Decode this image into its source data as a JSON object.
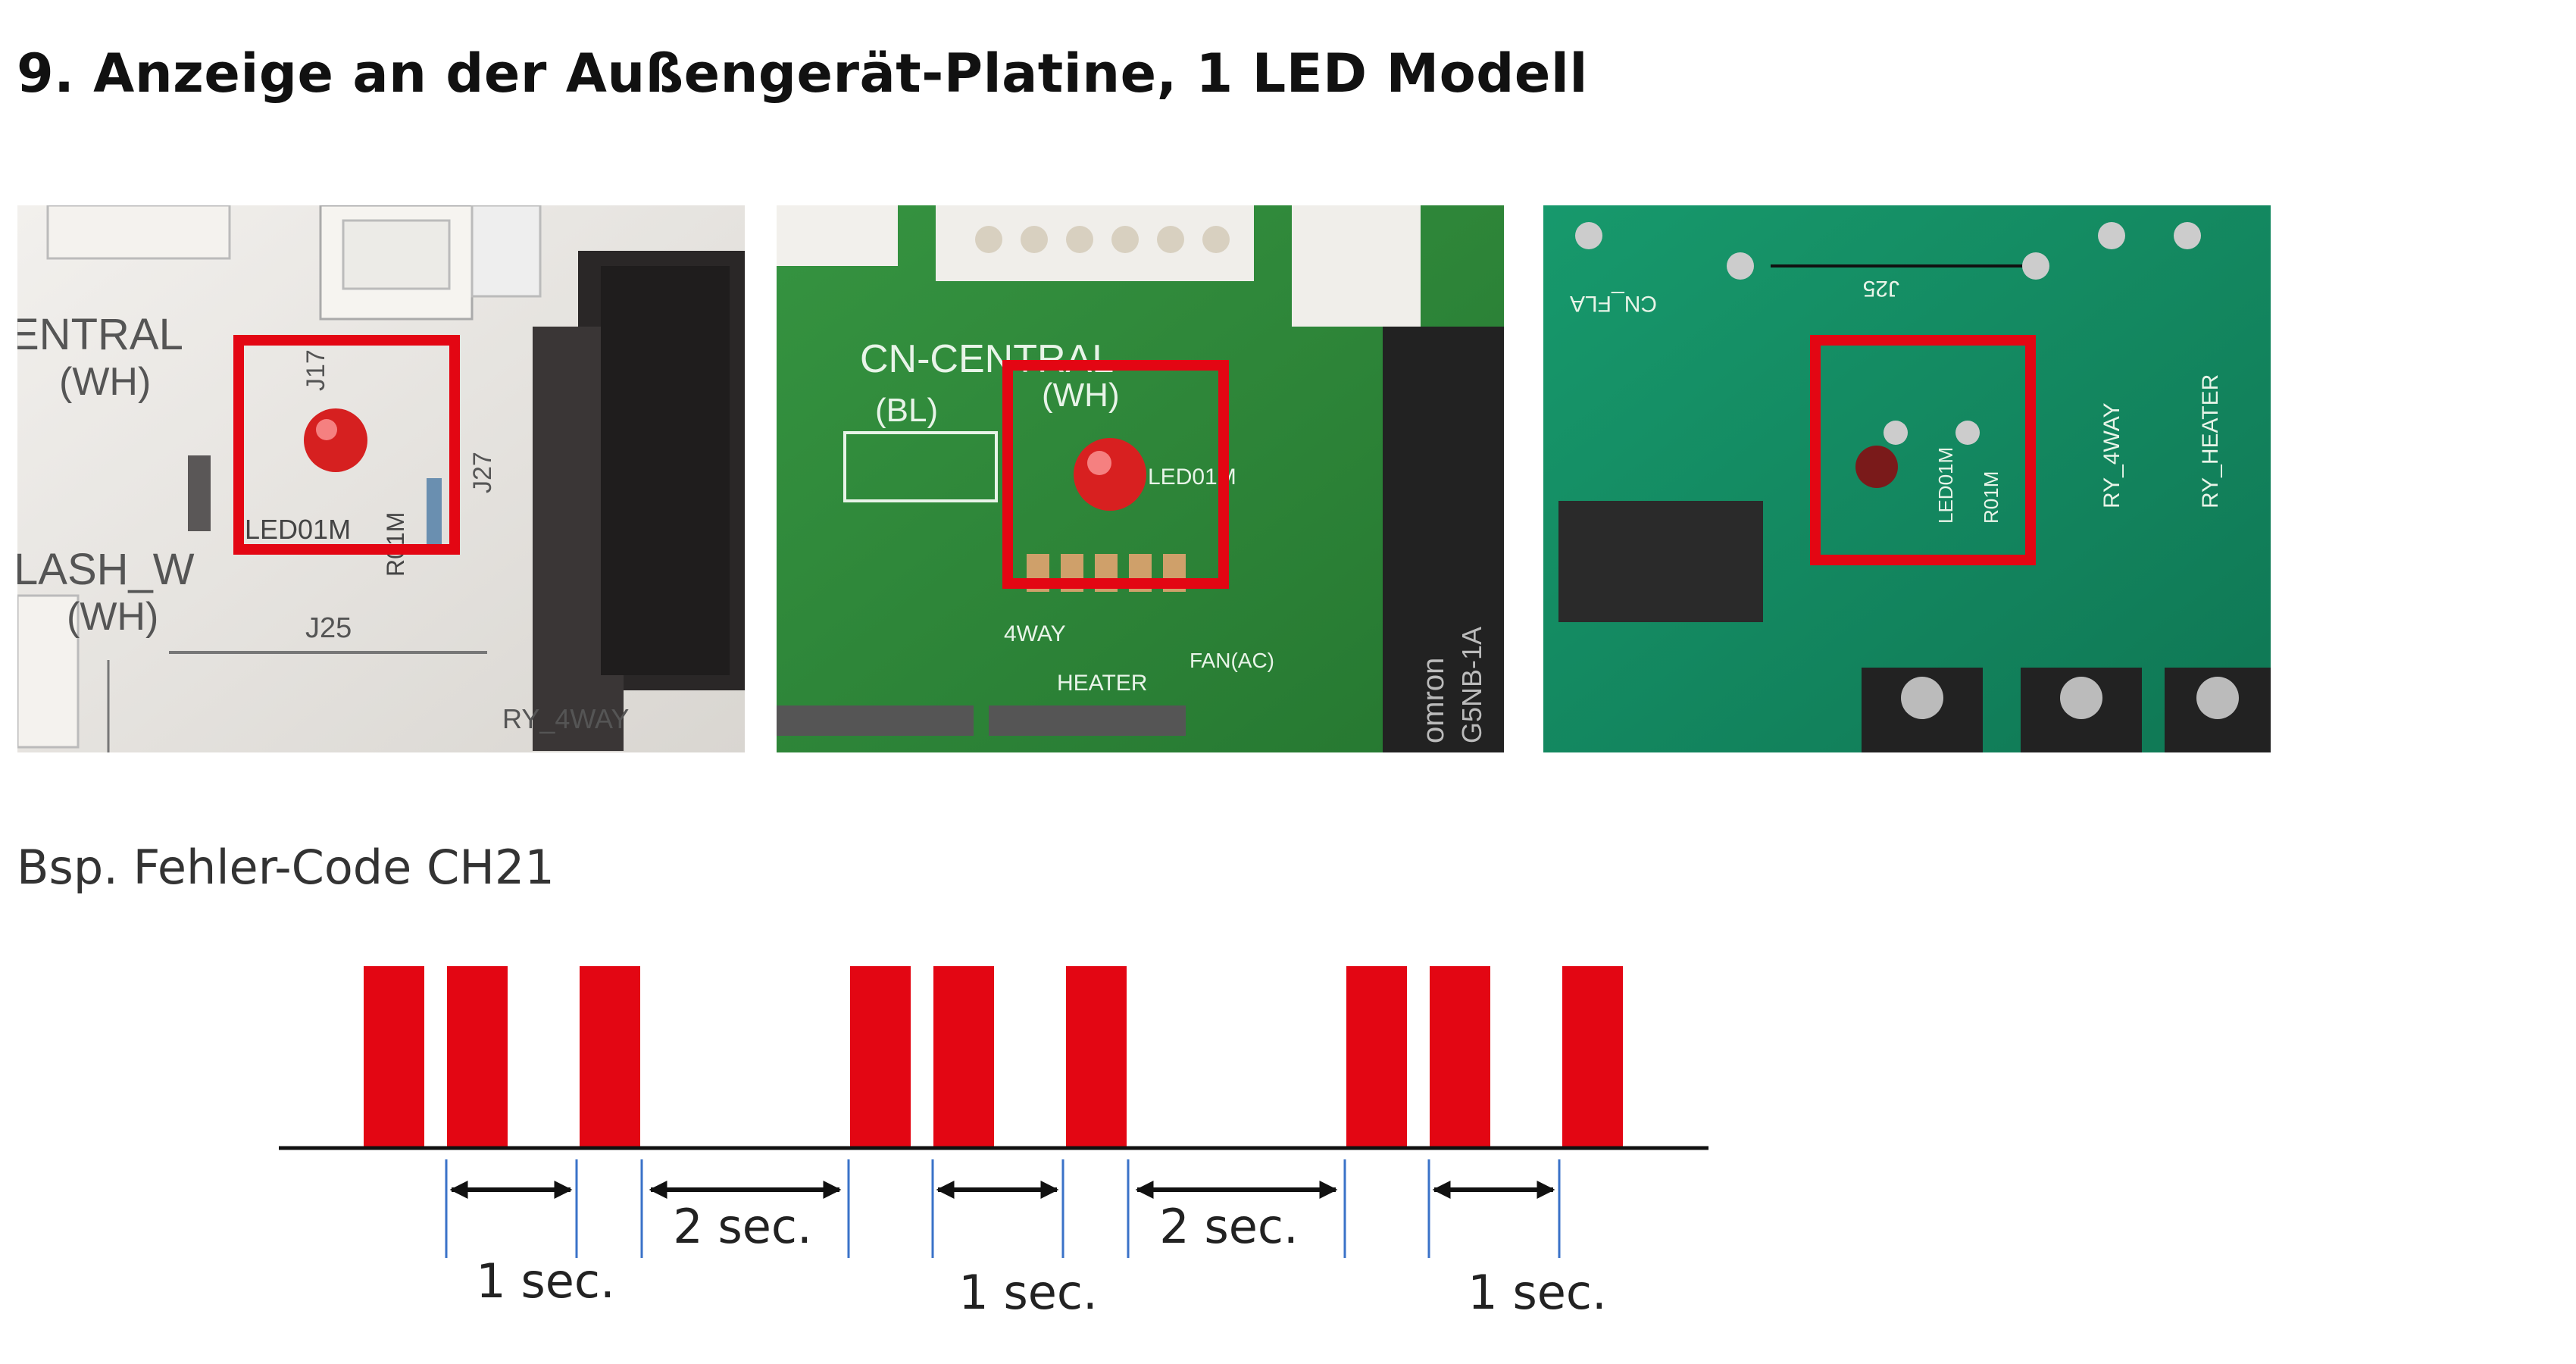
{
  "title": "9. Anzeige an der Außengerät-Platine, 1 LED Modell",
  "photos": {
    "p1": {
      "labels": {
        "central": "ENTRAL",
        "wh1": "(WH)",
        "flash": "LASH_W",
        "wh2": "(WH)",
        "j17": "J17",
        "j27": "J27",
        "led": "LED01M",
        "r01m": "R01M",
        "j25": "J25",
        "ry": "RY_4WAY"
      }
    },
    "p2": {
      "labels": {
        "cncentral": "CN-CENTRAL",
        "bl": "(BL)",
        "wh": "(WH)",
        "led": "LED01M",
        "fourway": "4WAY",
        "heater": "HEATER",
        "fan": "FAN(AC)",
        "omron": "omron",
        "g5nb": "G5NB-1A"
      }
    },
    "p3": {
      "labels": {
        "j25": "J25",
        "cnfla": "CN_FLA",
        "ry4way": "RY_4WAY",
        "ryheater": "RY_HEATER",
        "led": "LED01M",
        "r01m": "R01M"
      }
    }
  },
  "example_label": "Bsp. Fehler-Code CH21",
  "timing": {
    "color": "#e30613",
    "pulses_per_group": [
      2,
      1
    ],
    "repeats": 3,
    "labels": {
      "one_sec_1": "1 sec.",
      "two_sec_1": "2 sec.",
      "one_sec_2": "1 sec.",
      "two_sec_2": "2 sec.",
      "one_sec_3": "1 sec."
    }
  }
}
